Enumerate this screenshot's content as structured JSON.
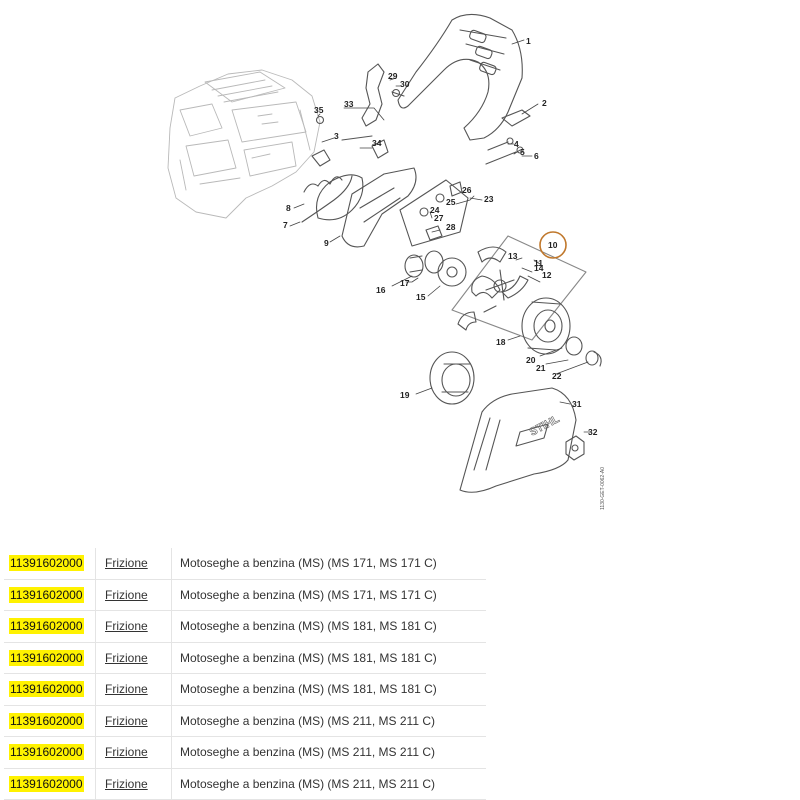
{
  "diagram": {
    "callouts": [
      "1",
      "2",
      "3",
      "4",
      "5",
      "6",
      "7",
      "8",
      "9",
      "10",
      "11",
      "12",
      "13",
      "14",
      "15",
      "16",
      "17",
      "18",
      "19",
      "20",
      "21",
      "22",
      "23",
      "24",
      "25",
      "26",
      "27",
      "28",
      "29",
      "30",
      "31",
      "32",
      "33",
      "34",
      "35"
    ],
    "brand_text": "STIHL",
    "reference_code": "1130-GET-0062-A0",
    "highlight_color": "#c0782c",
    "highlighted_part": "10"
  },
  "table": {
    "highlight_color": "#fff200",
    "rows": [
      {
        "code": "11391602000",
        "name": "Frizione",
        "desc": "Motoseghe a benzina (MS) (MS 171, MS 171 C)"
      },
      {
        "code": "11391602000",
        "name": "Frizione",
        "desc": "Motoseghe a benzina (MS) (MS 171, MS 171 C)"
      },
      {
        "code": "11391602000",
        "name": "Frizione",
        "desc": "Motoseghe a benzina (MS) (MS 181, MS 181 C)"
      },
      {
        "code": "11391602000",
        "name": "Frizione",
        "desc": "Motoseghe a benzina (MS) (MS 181, MS 181 C)"
      },
      {
        "code": "11391602000",
        "name": "Frizione",
        "desc": "Motoseghe a benzina (MS) (MS 181, MS 181 C)"
      },
      {
        "code": "11391602000",
        "name": "Frizione",
        "desc": "Motoseghe a benzina (MS) (MS 211, MS 211 C)"
      },
      {
        "code": "11391602000",
        "name": "Frizione",
        "desc": "Motoseghe a benzina (MS) (MS 211, MS 211 C)"
      },
      {
        "code": "11391602000",
        "name": "Frizione",
        "desc": "Motoseghe a benzina (MS) (MS 211, MS 211 C)"
      }
    ]
  }
}
